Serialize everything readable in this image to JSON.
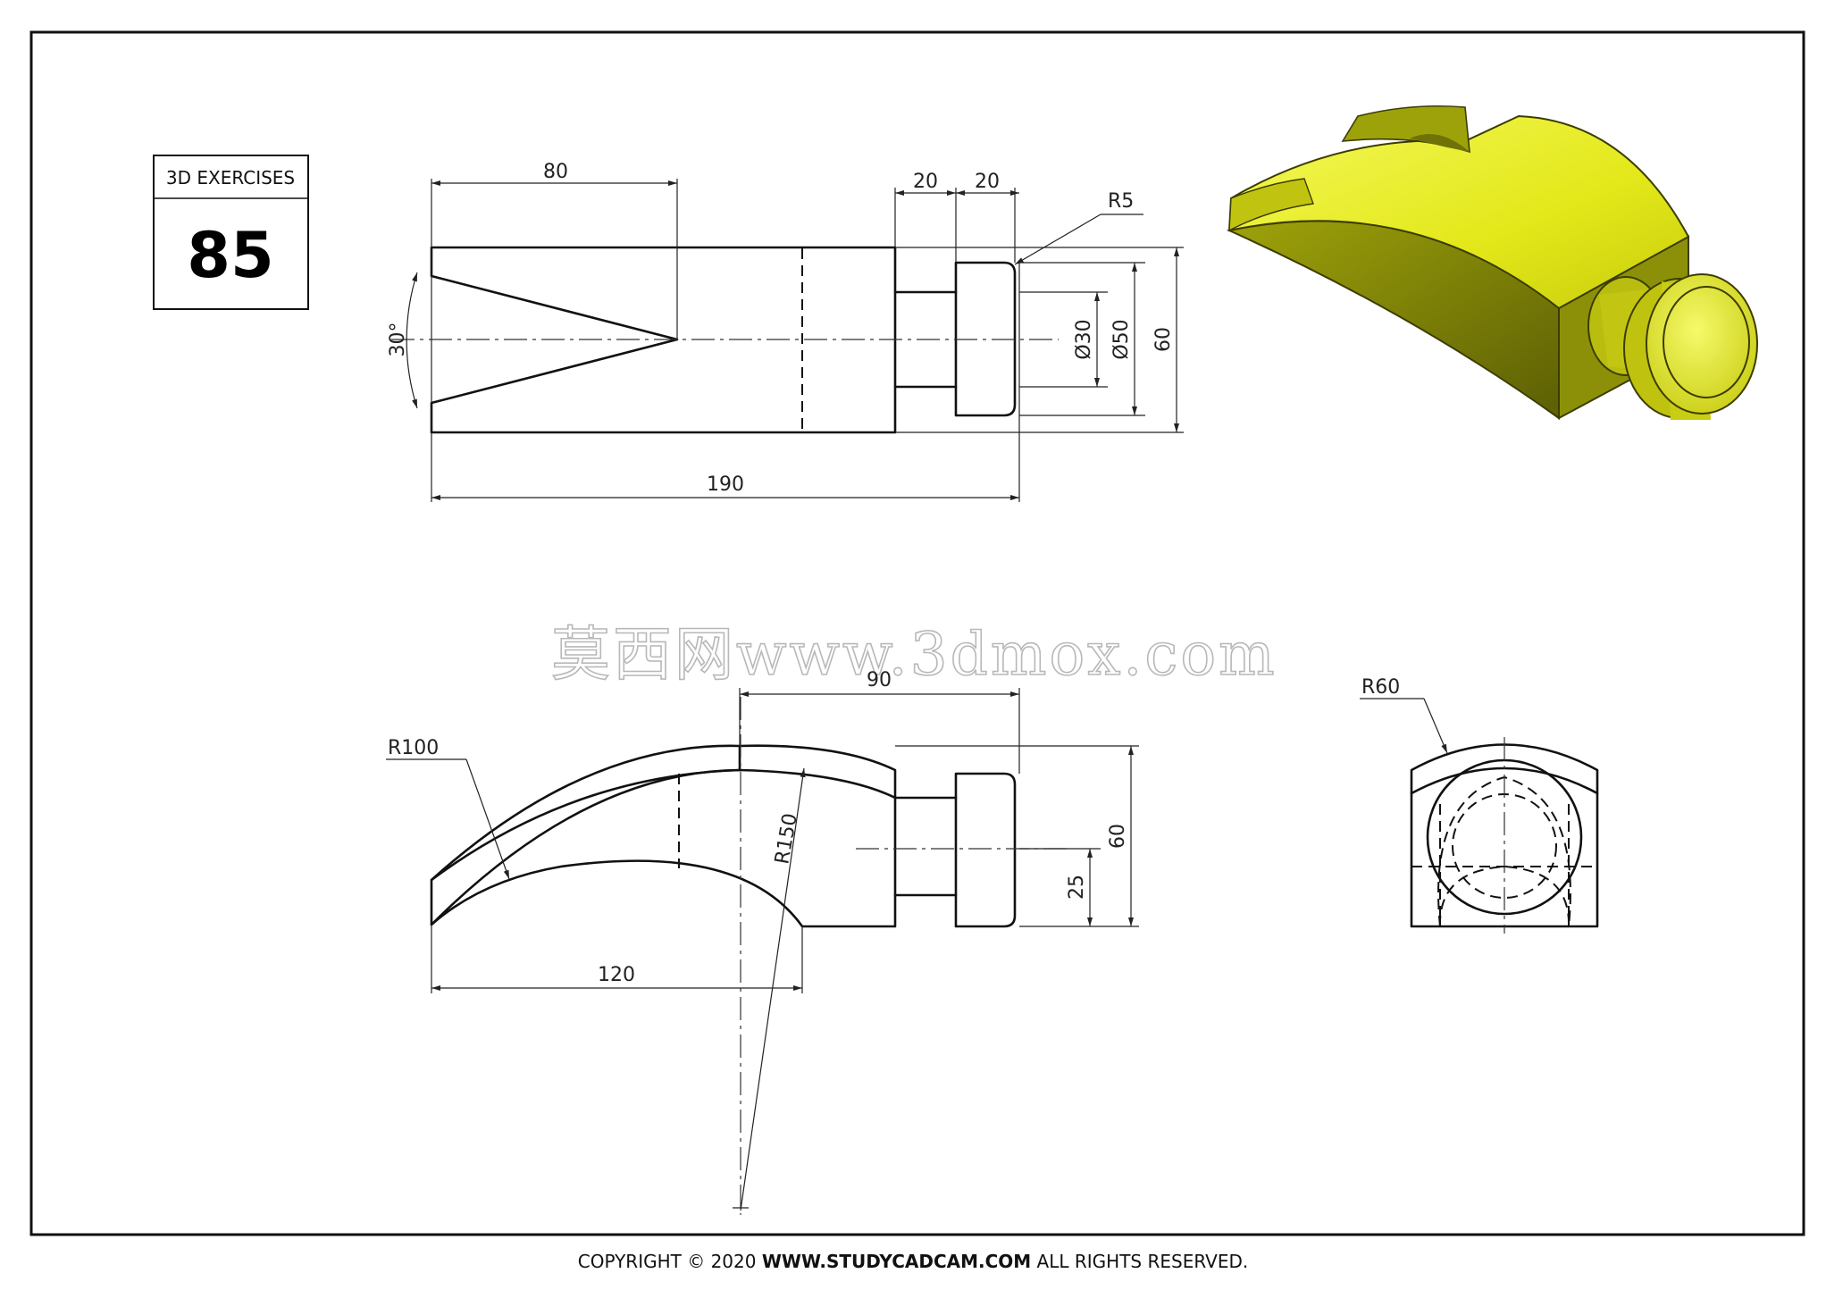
{
  "title_block": {
    "label": "3D EXERCISES",
    "number": "85"
  },
  "watermark": "莫西网www.3dmox.com",
  "top_view": {
    "dims": {
      "length_v_notch": "80",
      "neck_len": "20",
      "head_len": "20",
      "fillet": "R5",
      "angle": "30°",
      "dia_neck": "Ø30",
      "dia_head": "Ø50",
      "height": "60",
      "total_length": "190"
    }
  },
  "front_view": {
    "dims": {
      "inner_radius": "R100",
      "span": "90",
      "outer_radius": "R150",
      "height": "60",
      "axis_height": "25",
      "base_len": "120"
    }
  },
  "side_view": {
    "dims": {
      "top_radius": "R60"
    }
  },
  "iso_view": {
    "colors": {
      "body": "#e3e81a",
      "shade": "#7a7d05",
      "dark": "#4e5003"
    }
  },
  "footer": {
    "prefix": "COPYRIGHT © 2020 ",
    "site": "WWW.STUDYCADCAM.COM",
    "suffix": " ALL RIGHTS RESERVED."
  }
}
